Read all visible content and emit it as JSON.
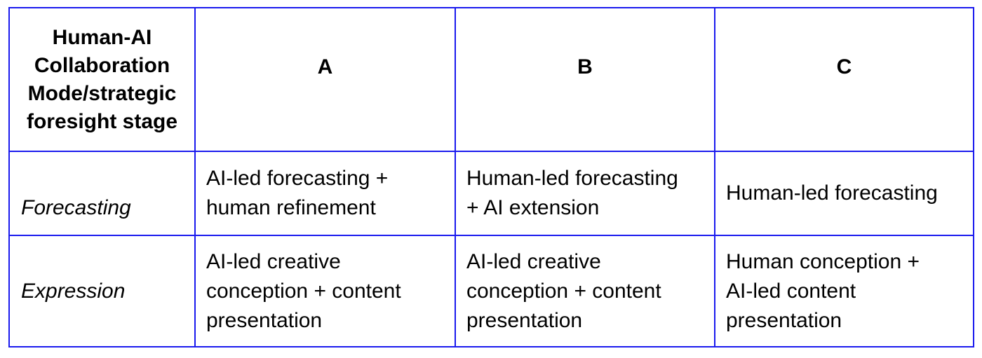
{
  "page": {
    "background_color": "#ffffff",
    "text_color": "#000000"
  },
  "table": {
    "border_color": "#1a1aee",
    "corner_header": "Human-AI\nCollaboration\nMode/strategic\nforesight stage",
    "column_headers": [
      "A",
      "B",
      "C"
    ],
    "rows": [
      {
        "label": "Forecasting",
        "cells": [
          "AI-led forecasting +\nhuman refinement",
          "Human-led forecasting\n+ AI extension",
          "Human-led forecasting"
        ]
      },
      {
        "label": "Expression",
        "cells": [
          "AI-led creative\nconception + content\npresentation",
          "AI-led creative\nconception + content\npresentation",
          "Human conception +\nAI-led content\npresentation"
        ]
      }
    ]
  }
}
